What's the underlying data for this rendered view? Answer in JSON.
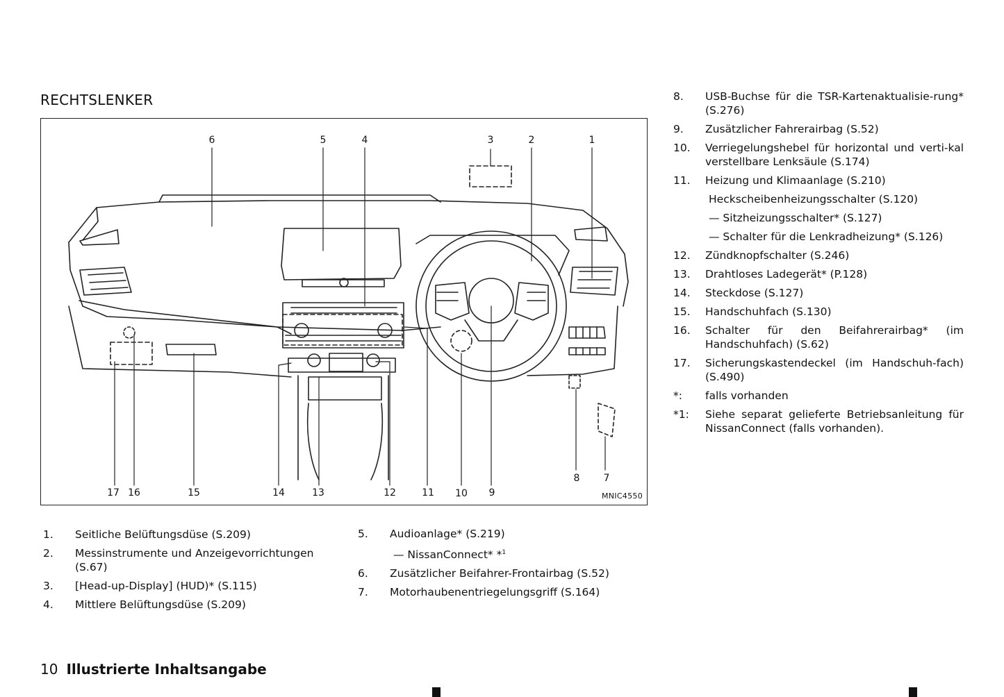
{
  "section_title": "RECHTSLENKER",
  "figure": {
    "id_label": "MNIC4550",
    "callouts": [
      "6",
      "5",
      "4",
      "3",
      "2",
      "1",
      "17",
      "16",
      "15",
      "14",
      "13",
      "12",
      "11",
      "10",
      "9",
      "8",
      "7"
    ]
  },
  "list_bottom_left": [
    {
      "num": "1.",
      "text": "Seitliche Belüftungsdüse (S.209)"
    },
    {
      "num": "2.",
      "text": "Messinstrumente und Anzeigevorrichtungen (S.67)"
    },
    {
      "num": "3.",
      "text": "[Head-up-Display] (HUD)* (S.115)"
    },
    {
      "num": "4.",
      "text": "Mittlere Belüftungsdüse (S.209)"
    }
  ],
  "list_bottom_mid": [
    {
      "num": "5.",
      "text": "Audioanlage* (S.219)"
    },
    {
      "sub": "— NissanConnect* *",
      "sup": "1"
    },
    {
      "num": "6.",
      "text": "Zusätzlicher Beifahrer-Frontairbag (S.52)"
    },
    {
      "num": "7.",
      "text": "Motorhaubenentriegelungsgriff (S.164)"
    }
  ],
  "list_right": [
    {
      "num": "8.",
      "text": "USB-Buchse für die TSR-Kartenaktualisierung* (S.276)",
      "display": "USB-Buchse für die TSR-Kartenaktualisie-rung* (S.276)"
    },
    {
      "num": "9.",
      "text": "Zusätzlicher Fahrerairbag (S.52)"
    },
    {
      "num": "10.",
      "text": "Verriegelungshebel für horizontal und vertikal verstellbare Lenksäule (S.174)",
      "display": "Verriegelungshebel für horizontal und verti-kal verstellbare Lenksäule (S.174)"
    },
    {
      "num": "11.",
      "text": "Heizung und Klimaanlage (S.210)"
    },
    {
      "sub": "Heckscheibenheizungsschalter (S.120)"
    },
    {
      "sub": "— Sitzheizungsschalter* (S.127)"
    },
    {
      "sub": "— Schalter für die Lenkradheizung* (S.126)"
    },
    {
      "num": "12.",
      "text": "Zündknopfschalter (S.246)"
    },
    {
      "num": "13.",
      "text": "Drahtloses Ladegerät* (P.128)"
    },
    {
      "num": "14.",
      "text": "Steckdose (S.127)"
    },
    {
      "num": "15.",
      "text": "Handschuhfach (S.130)"
    },
    {
      "num": "16.",
      "text": "Schalter für den Beifahrerairbag* (im Handschuhfach) (S.62)"
    },
    {
      "num": "17.",
      "text": "Sicherungskastendeckel (im Handschuh-fach) (S.490)"
    },
    {
      "num": "*:",
      "text": "falls vorhanden"
    },
    {
      "num": "*1:",
      "text": "Siehe separat gelieferte Betriebsanleitung für NissanConnect (falls vorhanden)."
    }
  ],
  "footer": {
    "page_number": "10",
    "title": "Illustrierte Inhaltsangabe"
  }
}
